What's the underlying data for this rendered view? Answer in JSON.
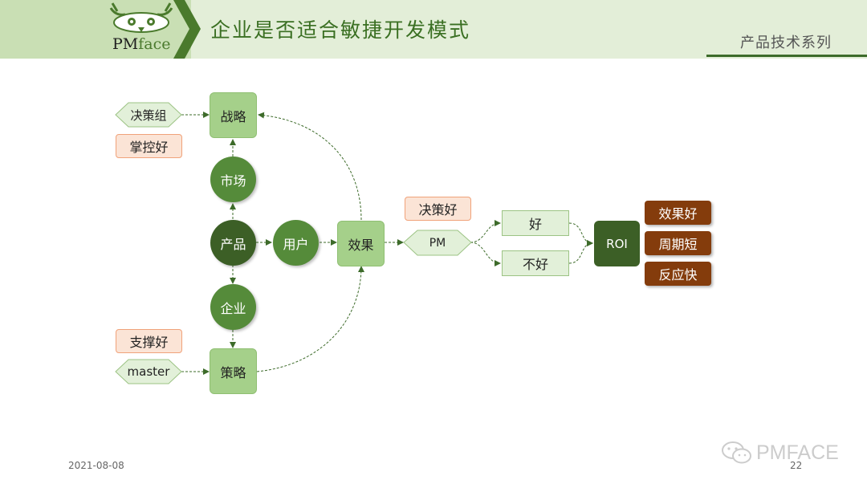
{
  "header": {
    "title": "企业是否适合敏捷开发模式",
    "series": "产品技术系列",
    "logo": {
      "pm": "PM",
      "face": "face"
    }
  },
  "diagram": {
    "nodes": {
      "strategy": "战略",
      "market": "市场",
      "product": "产品",
      "user": "用户",
      "enterprise": "企业",
      "tactics": "策略",
      "effect": "效果",
      "pm": "PM",
      "good": "好",
      "not_good": "不好",
      "roi": "ROI"
    },
    "side_labels": {
      "decision_group": "决策组",
      "control_good": "掌控好",
      "support_good": "支撑好",
      "master": "master",
      "decision_good": "决策好"
    },
    "outcomes": [
      "效果好",
      "周期短",
      "反应快"
    ]
  },
  "footer": {
    "date": "2021-08-08",
    "page": "22",
    "brand": "PMFACE"
  },
  "colors": {
    "light_green": "#a5d08a",
    "pale_green": "#e2f0d9",
    "mid_green": "#558b3a",
    "dark_green": "#3c5f26",
    "peach": "#fbe4d6",
    "brown": "#843c0c"
  }
}
